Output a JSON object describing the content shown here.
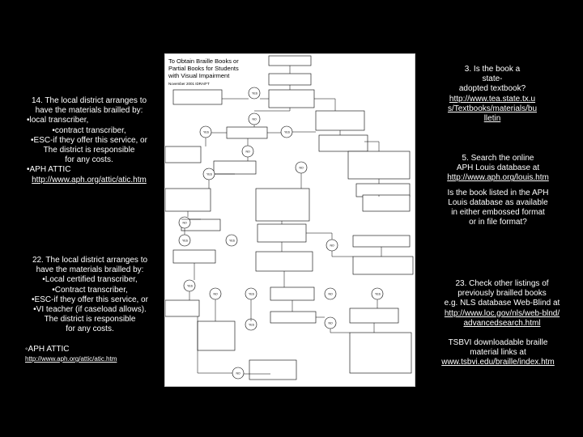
{
  "left_top": {
    "lines": [
      "14. The local district arranges to",
      "have the materials brailled by:",
      "•local transcriber,",
      "•contract transcriber,",
      "•ESC-if they offer this service, or",
      "The district is responsible",
      "for any costs.",
      "•APH ATTIC"
    ],
    "link": "http://www.aph.org/attic/atic.htm"
  },
  "left_bottom": {
    "lines": [
      "22. The local district arranges to",
      "have the materials brailled by:",
      "•Local certified transcriber,",
      "•Contract transcriber,",
      "•ESC-if they offer this service, or",
      "•VI teacher (if caseload allows).",
      "The district is responsible",
      "for any costs.",
      "",
      "◦APH ATTIC"
    ],
    "link": "http://www.aph.org/attic/atic.htm"
  },
  "right_3": {
    "lines": [
      "3. Is the book a",
      "state-",
      "adopted textbook?"
    ],
    "link": "http://www.tea.state.tx.us/Textbooks/materials/bulletin"
  },
  "right_5": {
    "lines": [
      "5. Search the online",
      "APH Louis database at"
    ],
    "link": "http://www.aph.org/louis.htm",
    "after": [
      "Is the book listed in the APH",
      "Louis database as available",
      "in either embossed format",
      "or in file format?"
    ]
  },
  "right_23": {
    "lines": [
      "23. Check other listings of",
      "previously brailled books",
      "e.g. NLS database Web-Blind at"
    ],
    "link": "http://www.loc.gov/nls/web-blnd/advancedsearch.html"
  },
  "right_tsbvi": {
    "lines": [
      "TSBVI downloadable braille",
      "material links at"
    ],
    "link": "www.tsbvi.edu/braille/index.htm"
  },
  "flowchart": {
    "title_lines": [
      "To Obtain Braille Books or",
      "Partial Books for Students",
      "with Visual Impairment"
    ],
    "date": "November 2001 IDRA/FT",
    "yes": "YES",
    "no": "NO"
  }
}
